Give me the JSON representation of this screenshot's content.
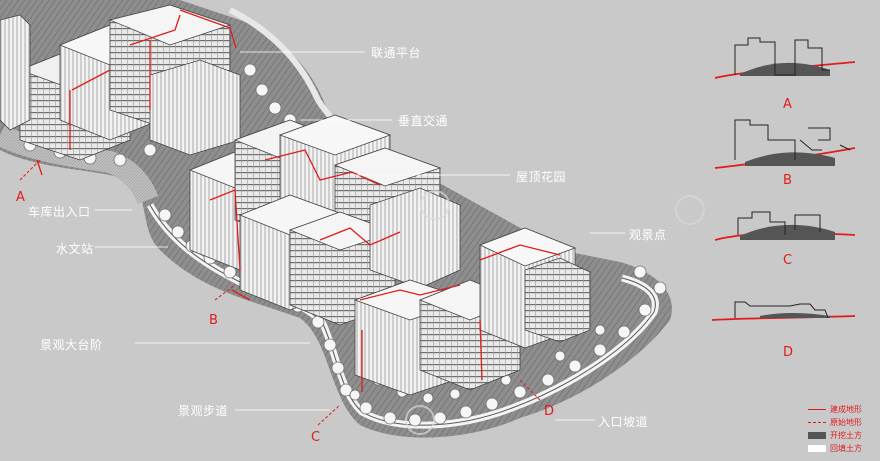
{
  "labels": {
    "platform": "联通平台",
    "vertical": "垂直交通",
    "roof_garden": "屋顶花园",
    "viewpoint": "观景点",
    "garage": "车库出入口",
    "hydro": "水文站",
    "terrace": "景观大台阶",
    "walkway": "景观步道",
    "ramp": "入口坡道"
  },
  "section_markers": {
    "a": "A",
    "b": "B",
    "c": "C",
    "d": "D"
  },
  "sections": {
    "a": "A",
    "b": "B",
    "c": "C",
    "d": "D"
  },
  "legend": {
    "built": "建成地形",
    "original": "原始地形",
    "excavation": "开挖土方",
    "backfill": "回填土方"
  },
  "colors": {
    "background": "#c9c9c9",
    "accent": "#e21b1b",
    "label": "#ffffff"
  }
}
